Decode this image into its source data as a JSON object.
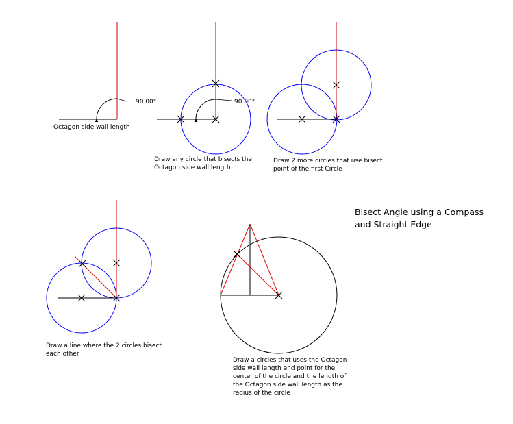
{
  "title": "Bisect Angle using a Compass\n and Straight Edge",
  "steps": [
    {
      "caption": "Octagon side wall length",
      "angle_label": "90.00°"
    },
    {
      "caption": "Draw any circle that bisects the\nOctagon side wall length",
      "angle_label": "90.00°"
    },
    {
      "caption": "Draw 2 more circles that use bisect\npoint of the first Circle"
    },
    {
      "caption": "Draw a line where the 2 circles bisect\neach other"
    },
    {
      "caption": "Draw a circles that uses the Octagon\nside wall length end point for the\ncenter of the circle and the length of\nthe Octagon side wall length as the\nradius of the circle"
    }
  ],
  "colors": {
    "wall": "#000000",
    "perpendicular": "#cc0000",
    "circle_blue": "#0000ff",
    "circle_black": "#000000",
    "bisector": "#dd0000"
  }
}
